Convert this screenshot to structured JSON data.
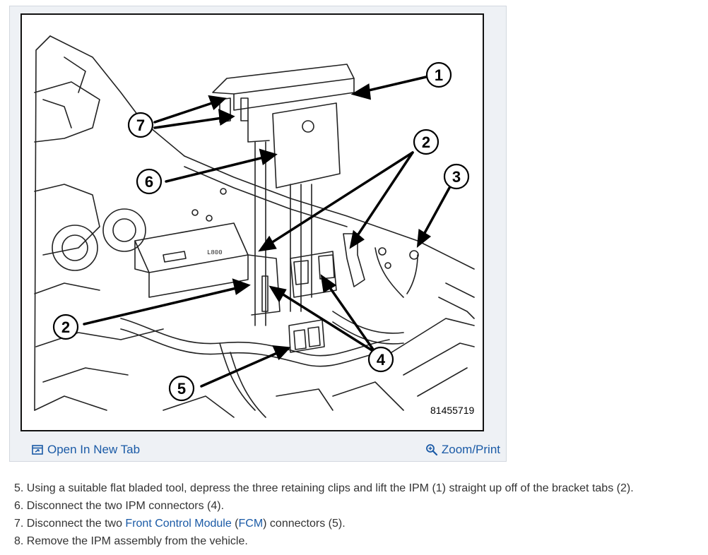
{
  "figure": {
    "callouts": [
      "1",
      "2",
      "3",
      "6",
      "7",
      "2",
      "4",
      "5"
    ],
    "catalog_number": "81455719",
    "part_label": "L800"
  },
  "actions": {
    "open_tab_label": "Open In New Tab",
    "zoom_label": "Zoom/Print",
    "open_tab_icon": "open-tab-icon",
    "zoom_icon": "zoom-icon"
  },
  "steps": [
    {
      "text": "5. Using a suitable flat bladed tool, depress the three retaining clips and lift the IPM (1) straight up off of the bracket tabs (2)."
    },
    {
      "text": "6. Disconnect the two IPM connectors (4)."
    },
    {
      "before": "7. Disconnect the two ",
      "link1": "Front Control Module",
      "middle": " (",
      "link2": "FCM",
      "after": ") connectors (5)."
    },
    {
      "text": "8. Remove the IPM assembly from the vehicle."
    }
  ],
  "colors": {
    "link": "#1a5aa6",
    "card_background": "#eef1f5",
    "text": "#333333"
  }
}
